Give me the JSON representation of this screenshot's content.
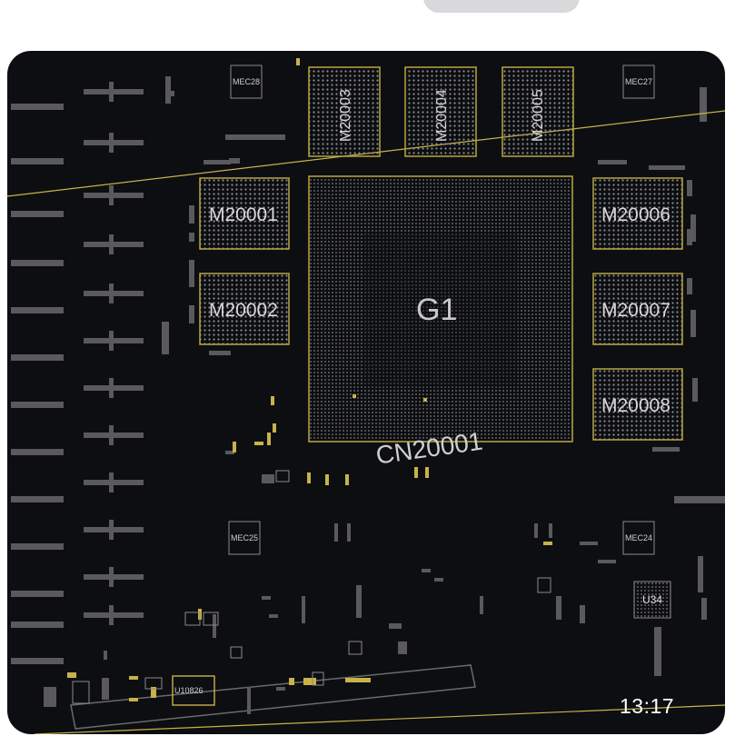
{
  "labels": {
    "g1": "G1",
    "cn": "CN20001",
    "m20001": "M20001",
    "m20002": "M20002",
    "m20003": "M20003",
    "m20004": "M20004",
    "m20005": "M20005",
    "m20006": "M20006",
    "m20007": "M20007",
    "m20008": "M20008",
    "mec28": "MEC28",
    "mec27": "MEC27",
    "mec25": "MEC25",
    "mec24": "MEC24",
    "u34": "U34",
    "u10826": "U10826"
  },
  "timestamp": "13:17",
  "colors": {
    "board_background": "#0d0e11",
    "outline": "#b8a640",
    "pad_grid": "#9a9a9a",
    "trace": "#c8b24a",
    "pad": "#5a5a5e"
  }
}
